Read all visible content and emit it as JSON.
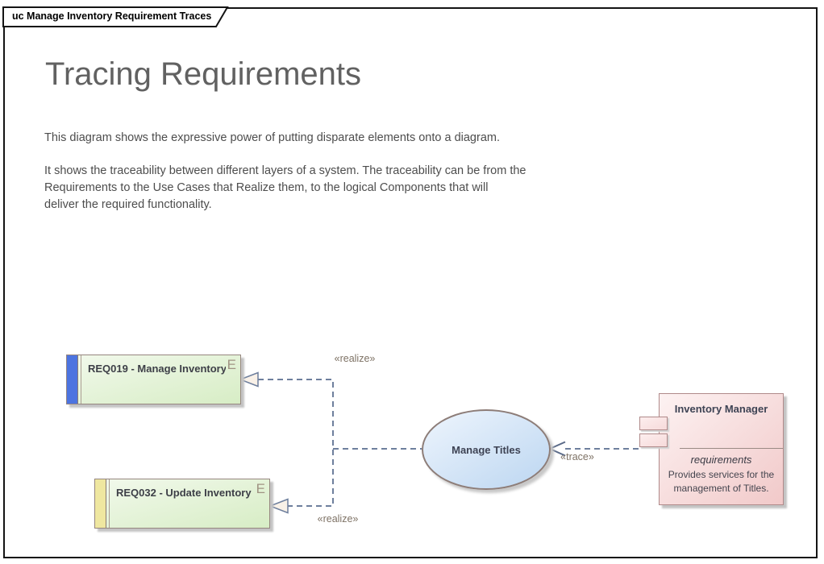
{
  "frame": {
    "tab_label": "uc Manage Inventory Requirement Traces"
  },
  "header": {
    "title": "Tracing Requirements"
  },
  "description": {
    "para1": "This diagram shows the expressive power of putting disparate elements onto a diagram.",
    "para2_lines": [
      "It shows the traceability between different layers of a system.  The traceability can be from the",
      "Requirements to the Use Cases that Realize them, to the logical Components that will",
      "deliver the required functionality."
    ]
  },
  "diagram": {
    "requirements": [
      {
        "label": "REQ019 - Manage Inventory",
        "corner_letter": "E",
        "status_color": "#4c74e0"
      },
      {
        "label": "REQ032 - Update Inventory",
        "corner_letter": "E",
        "status_color": "#efe7a0"
      }
    ],
    "use_case": {
      "label": "Manage Titles"
    },
    "component": {
      "title": "Inventory Manager",
      "stereotype_compartment": "requirements",
      "notes": "Provides services for the management of Titles."
    },
    "connector_labels": {
      "realize_top": "«realize»",
      "realize_bottom": "«realize»",
      "trace": "«trace»"
    },
    "colors": {
      "requirement_fill": "#d7edc5",
      "usecase_fill": "#bcd6f1",
      "component_fill": "#f1c9c9",
      "element_border": "#96867f",
      "connector_line": "#6e7f9d",
      "label_text": "#7e7265"
    }
  }
}
